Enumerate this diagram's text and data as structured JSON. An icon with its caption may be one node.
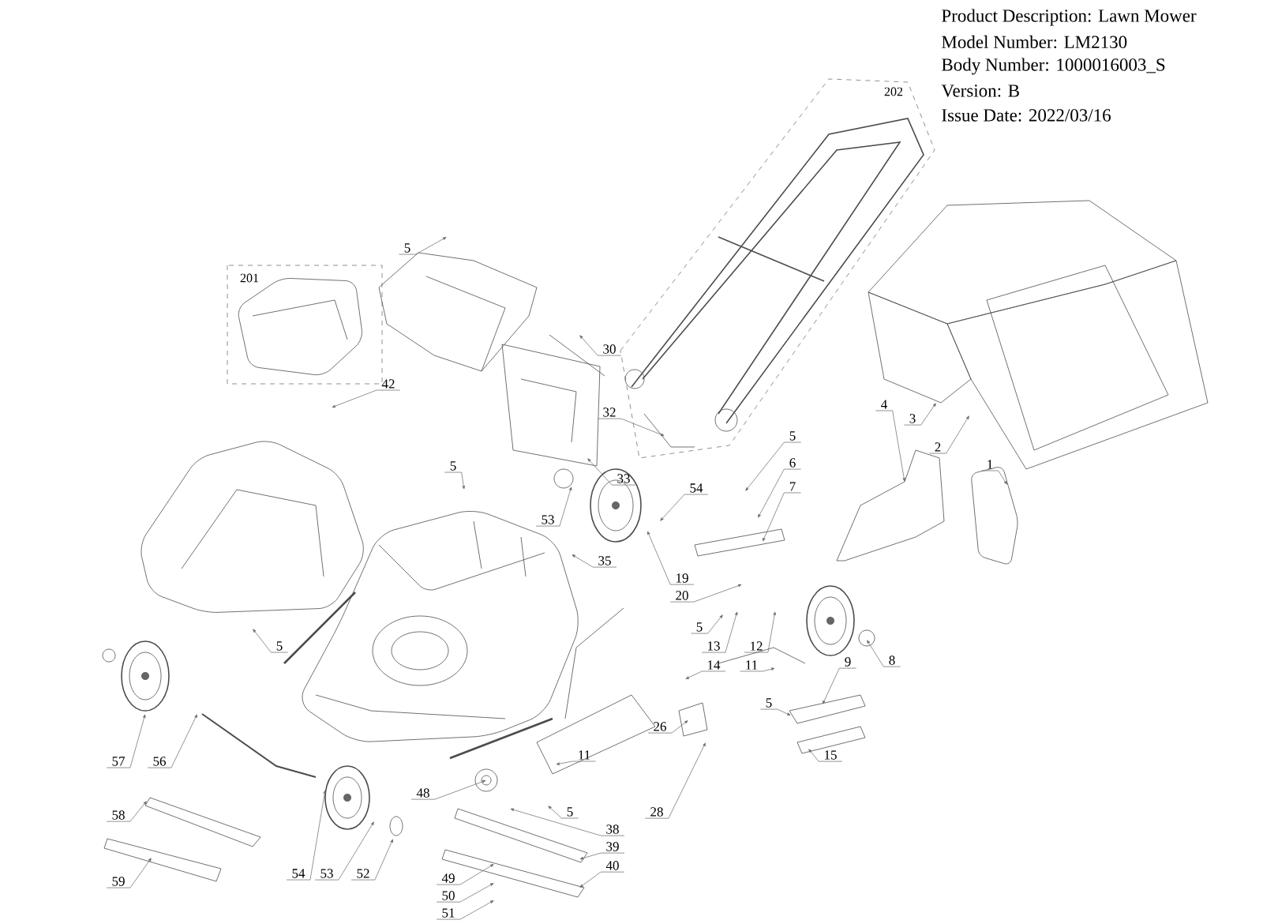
{
  "diagram": {
    "nodes": [
      {
        "text": [
          "5"
        ]
      },
      {
        "text": [
          "30"
        ]
      },
      {
        "text": [
          "42"
        ]
      },
      {
        "text": [
          "32"
        ]
      },
      {
        "text": [
          "33"
        ]
      },
      {
        "text": [
          "53"
        ]
      },
      {
        "text": [
          "5"
        ]
      },
      {
        "text": [
          "54"
        ]
      },
      {
        "text": [
          "5"
        ]
      },
      {
        "text": [
          "6"
        ]
      },
      {
        "text": [
          "7"
        ]
      },
      {
        "text": [
          "4"
        ]
      },
      {
        "text": [
          "3"
        ]
      },
      {
        "text": [
          "2"
        ]
      },
      {
        "text": [
          "1"
        ]
      },
      {
        "text": [
          "35"
        ]
      },
      {
        "text": [
          "19"
        ]
      },
      {
        "text": [
          "20"
        ]
      },
      {
        "text": [
          "5"
        ]
      },
      {
        "text": [
          "13"
        ]
      },
      {
        "text": [
          "12"
        ]
      },
      {
        "text": [
          "14"
        ]
      },
      {
        "text": [
          "11"
        ]
      },
      {
        "text": [
          "5"
        ]
      },
      {
        "text": [
          "8"
        ]
      },
      {
        "text": [
          "9"
        ]
      },
      {
        "text": [
          "5"
        ]
      },
      {
        "text": [
          "26"
        ]
      },
      {
        "text": [
          "15"
        ]
      },
      {
        "text": [
          "11"
        ]
      },
      {
        "text": [
          "28"
        ]
      },
      {
        "text": [
          "57"
        ]
      },
      {
        "text": [
          "56"
        ]
      },
      {
        "text": [
          "48"
        ]
      },
      {
        "text": [
          "5"
        ]
      },
      {
        "text": [
          "38"
        ]
      },
      {
        "text": [
          "58"
        ]
      },
      {
        "text": [
          "39"
        ]
      },
      {
        "text": [
          "40"
        ]
      },
      {
        "text": [
          "59"
        ]
      },
      {
        "text": [
          "54"
        ]
      },
      {
        "text": [
          "53"
        ]
      },
      {
        "text": [
          "52"
        ]
      },
      {
        "text": [
          "49"
        ]
      },
      {
        "text": [
          "50"
        ]
      },
      {
        "text": [
          "51"
        ]
      }
    ],
    "edges": [
      {
        "from": 0,
        "to": null,
        "arrow": "to"
      },
      {
        "from": 1,
        "to": null,
        "arrow": "to"
      },
      {
        "from": 2,
        "to": null,
        "arrow": "to"
      },
      {
        "from": 3,
        "to": null,
        "arrow": "to"
      },
      {
        "from": 4,
        "to": null,
        "arrow": "to"
      },
      {
        "from": 5,
        "to": null,
        "arrow": "to"
      },
      {
        "from": 6,
        "to": null,
        "arrow": "to"
      },
      {
        "from": 7,
        "to": null,
        "arrow": "to"
      },
      {
        "from": 8,
        "to": null,
        "arrow": "to"
      },
      {
        "from": 9,
        "to": null,
        "arrow": "to"
      },
      {
        "from": 10,
        "to": null,
        "arrow": "to"
      },
      {
        "from": 11,
        "to": null,
        "arrow": "to"
      },
      {
        "from": 12,
        "to": null,
        "arrow": "to"
      },
      {
        "from": 13,
        "to": null,
        "arrow": "to"
      },
      {
        "from": 14,
        "to": null,
        "arrow": "to"
      },
      {
        "from": 15,
        "to": null,
        "arrow": "to"
      },
      {
        "from": 16,
        "to": null,
        "arrow": "to"
      },
      {
        "from": 17,
        "to": null,
        "arrow": "to"
      },
      {
        "from": 18,
        "to": null,
        "arrow": "to"
      },
      {
        "from": 19,
        "to": null,
        "arrow": "to"
      },
      {
        "from": 20,
        "to": null,
        "arrow": "to"
      },
      {
        "from": 21,
        "to": null,
        "arrow": "to"
      },
      {
        "from": 22,
        "to": null,
        "arrow": "to"
      },
      {
        "from": 23,
        "to": null,
        "arrow": "to"
      },
      {
        "from": 24,
        "to": null,
        "arrow": "to"
      },
      {
        "from": 25,
        "to": null,
        "arrow": "to"
      },
      {
        "from": 26,
        "to": null,
        "arrow": "to"
      },
      {
        "from": 27,
        "to": null,
        "arrow": "to"
      },
      {
        "from": 28,
        "to": null,
        "arrow": "to"
      },
      {
        "from": 29,
        "to": null,
        "arrow": "to"
      },
      {
        "from": 30,
        "to": null,
        "arrow": "to"
      },
      {
        "from": 31,
        "to": null,
        "arrow": "to"
      },
      {
        "from": 32,
        "to": null,
        "arrow": "to"
      },
      {
        "from": 33,
        "to": null,
        "arrow": "to"
      },
      {
        "from": 34,
        "to": null,
        "arrow": "to"
      },
      {
        "from": 35,
        "to": null,
        "arrow": "to"
      },
      {
        "from": 36,
        "to": null,
        "arrow": "to"
      },
      {
        "from": 37,
        "to": null,
        "arrow": "to"
      },
      {
        "from": 38,
        "to": null,
        "arrow": "to"
      },
      {
        "from": 39,
        "to": null,
        "arrow": "to"
      },
      {
        "from": 40,
        "to": null,
        "arrow": "to"
      },
      {
        "from": 41,
        "to": null,
        "arrow": "to"
      },
      {
        "from": 42,
        "to": null,
        "arrow": "to"
      },
      {
        "from": 43,
        "to": null,
        "arrow": "to"
      },
      {
        "from": 44,
        "to": null,
        "arrow": "to"
      },
      {
        "from": 45,
        "to": null,
        "arrow": "to"
      }
    ],
    "labels": [
      "Product Description: Lawn Mower",
      "Model Number: LM2130",
      "Body Number: 1000016003_S",
      "Version: B",
      "Issue Date: 2022/03/16",
      "201",
      "202"
    ]
  }
}
